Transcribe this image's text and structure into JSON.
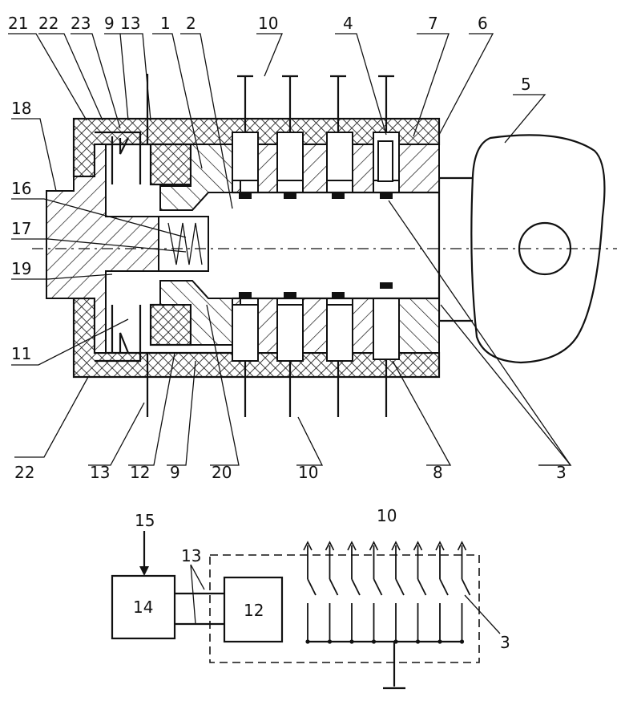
{
  "drawing": {
    "top_labels": [
      {
        "id": "l21",
        "text": "21"
      },
      {
        "id": "l22a",
        "text": "22"
      },
      {
        "id": "l23",
        "text": "23"
      },
      {
        "id": "l9a",
        "text": "9"
      },
      {
        "id": "l13a",
        "text": "13"
      },
      {
        "id": "l1",
        "text": "1"
      },
      {
        "id": "l2",
        "text": "2"
      },
      {
        "id": "l10a",
        "text": "10"
      },
      {
        "id": "l4",
        "text": "4"
      },
      {
        "id": "l7",
        "text": "7"
      },
      {
        "id": "l6",
        "text": "6"
      },
      {
        "id": "l5",
        "text": "5"
      }
    ],
    "left_labels": [
      {
        "id": "l18",
        "text": "18"
      },
      {
        "id": "l16",
        "text": "16"
      },
      {
        "id": "l17",
        "text": "17"
      },
      {
        "id": "l19",
        "text": "19"
      },
      {
        "id": "l11",
        "text": "11"
      }
    ],
    "bottom_labels": [
      {
        "id": "l22b",
        "text": "22"
      },
      {
        "id": "l13b",
        "text": "13"
      },
      {
        "id": "l12a",
        "text": "12"
      },
      {
        "id": "l9b",
        "text": "9"
      },
      {
        "id": "l20",
        "text": "20"
      },
      {
        "id": "l10b",
        "text": "10"
      },
      {
        "id": "l8",
        "text": "8"
      },
      {
        "id": "l3a",
        "text": "3"
      }
    ]
  },
  "schematic": {
    "label_15": "15",
    "label_13": "13",
    "label_10": "10",
    "label_3": "3",
    "block_14": "14",
    "block_12": "12",
    "switch_count": 8
  }
}
